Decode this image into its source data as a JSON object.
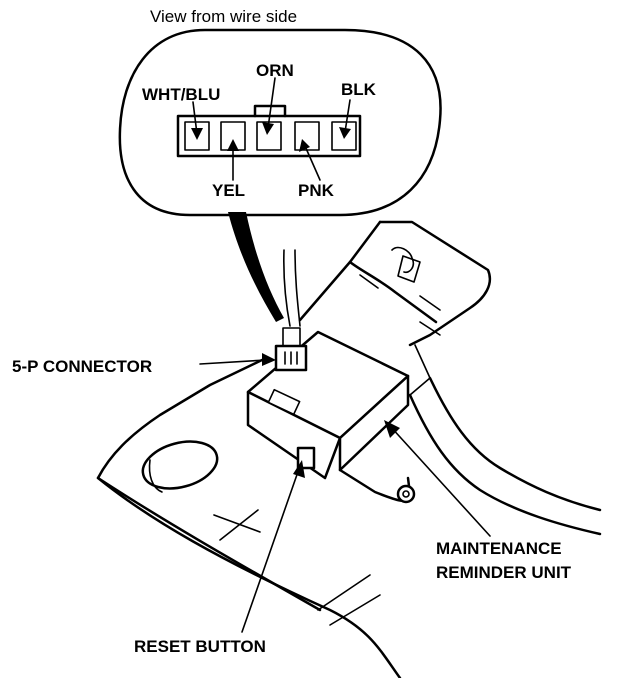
{
  "caption": "View from wire side",
  "wire_labels": {
    "wht_blu": "WHT/BLU",
    "orn": "ORN",
    "blk": "BLK",
    "yel": "YEL",
    "pnk": "PNK"
  },
  "callouts": {
    "connector": "5-P CONNECTOR",
    "maintenance_line1": "MAINTENANCE",
    "maintenance_line2": "REMINDER UNIT",
    "reset": "RESET BUTTON"
  },
  "colors": {
    "line": "#000000",
    "background": "#ffffff"
  }
}
